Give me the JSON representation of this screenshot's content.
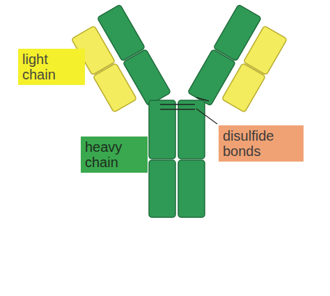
{
  "diagram": {
    "labels": [
      "light chain",
      "heavy chain",
      "disulfide bonds"
    ]
  }
}
